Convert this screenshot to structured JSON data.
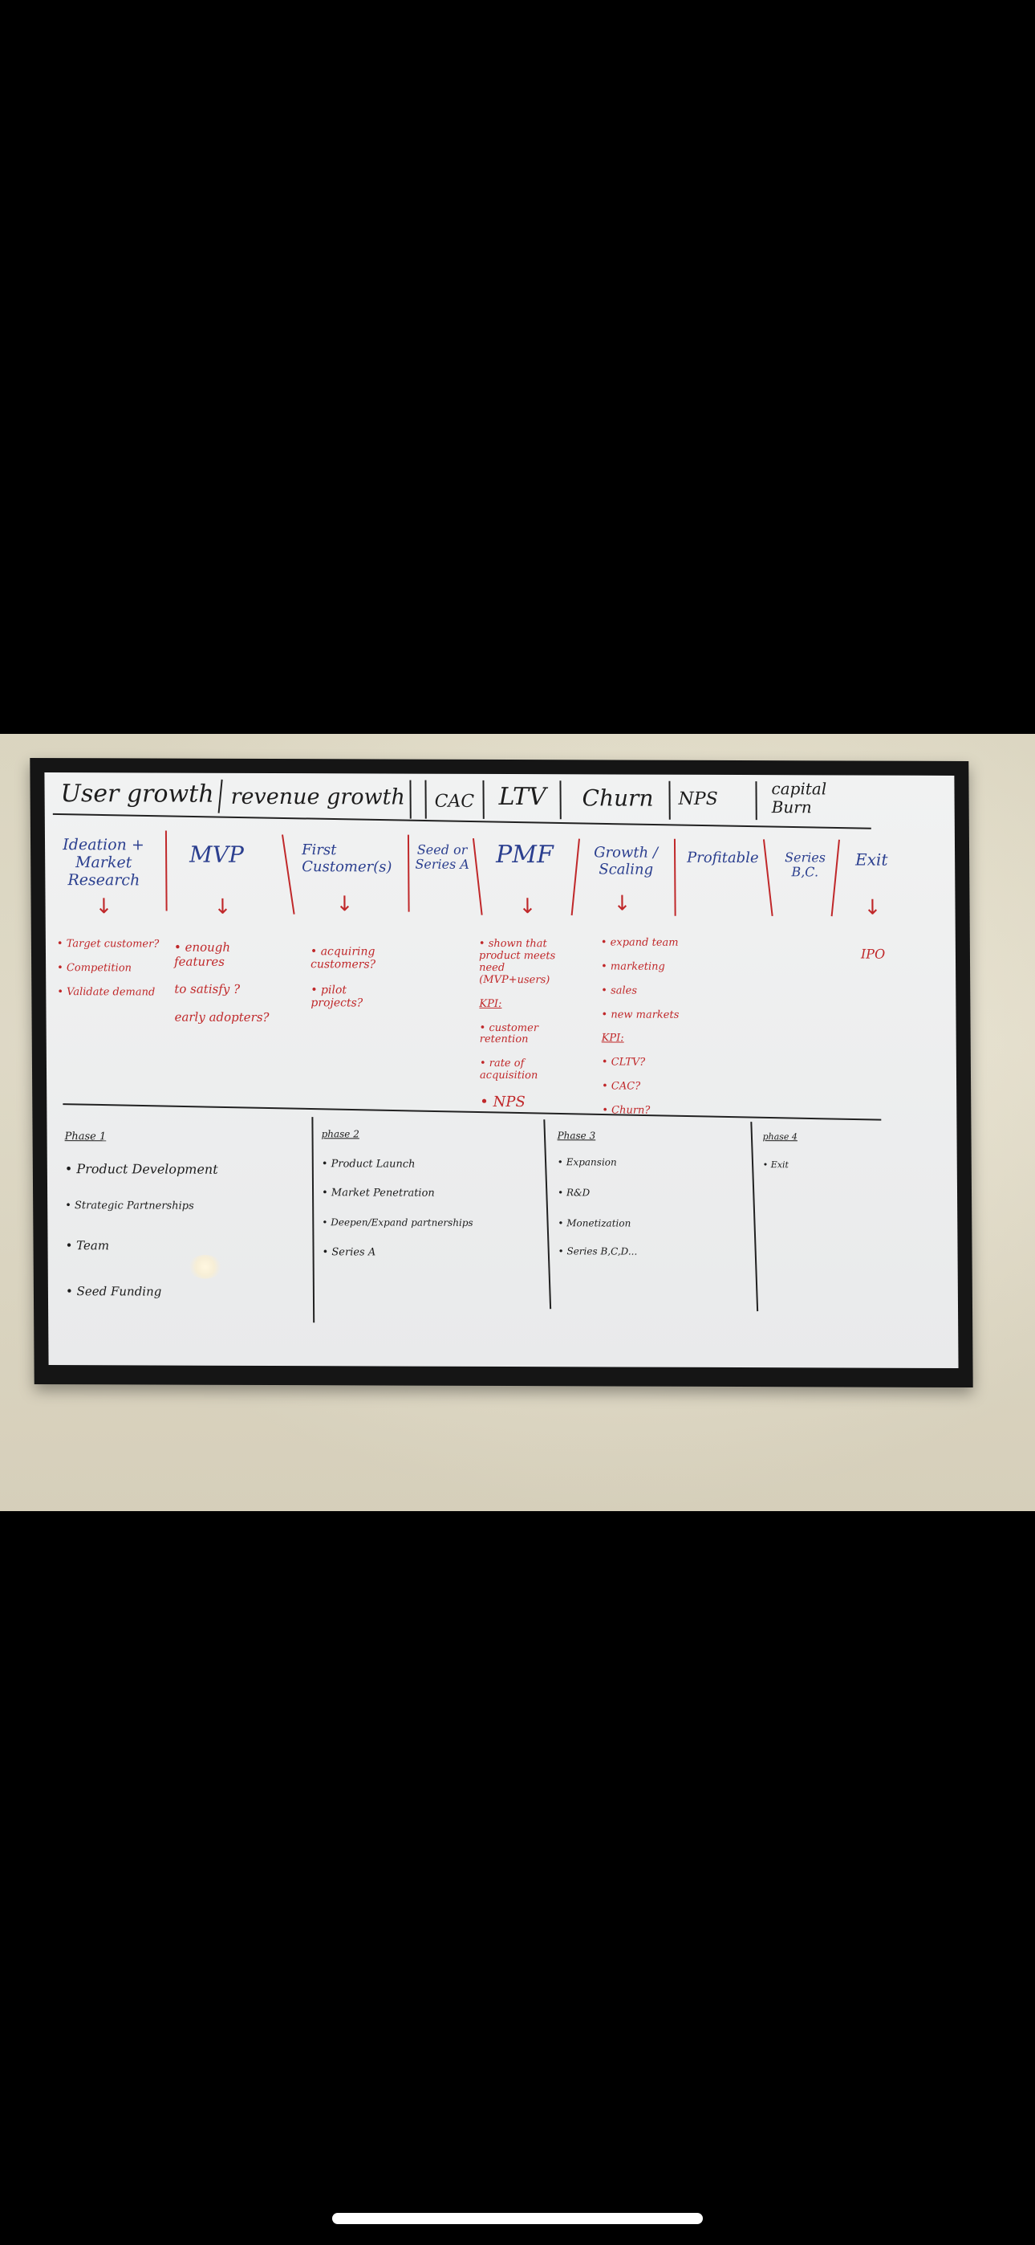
{
  "metrics_row": [
    "User growth",
    "revenue growth",
    "CAC",
    "LTV",
    "Churn",
    "NPS",
    "capital Burn"
  ],
  "stages": [
    {
      "title": "Ideation + Market Research",
      "notes": [
        "• Target customer?",
        "• Competition",
        "• Validate demand"
      ]
    },
    {
      "title": "MVP",
      "notes": [
        "• enough features",
        "to satisfy ?",
        "early adopters?"
      ]
    },
    {
      "title": "First Customer(s)",
      "notes": [
        "• acquiring customers?",
        "• pilot projects?"
      ]
    },
    {
      "title": "Seed or Series A",
      "notes": []
    },
    {
      "title": "PMF",
      "notes": [
        "• shown that product meets need (MVP+users)",
        "KPI:",
        "• customer retention",
        "• rate of acquisition",
        "• NPS"
      ]
    },
    {
      "title": "Growth / Scaling",
      "notes": [
        "• expand team",
        "• marketing",
        "• sales",
        "• new markets",
        "KPI:",
        "• CLTV?",
        "• CAC?",
        "• Churn?"
      ]
    },
    {
      "title": "Profitable",
      "notes": []
    },
    {
      "title": "Series B,C.",
      "notes": []
    },
    {
      "title": "Exit",
      "notes": [
        "IPO"
      ]
    }
  ],
  "phases": [
    {
      "title": "Phase 1",
      "items": [
        "• Product Development",
        "• Strategic Partnerships",
        "• Team",
        "• Seed Funding"
      ]
    },
    {
      "title": "phase 2",
      "items": [
        "• Product Launch",
        "• Market Penetration",
        "• Deepen/Expand partnerships",
        "• Series A"
      ]
    },
    {
      "title": "Phase 3",
      "items": [
        "• Expansion",
        "• R&D",
        "• Monetization",
        "• Series B,C,D..."
      ]
    },
    {
      "title": "phase 4",
      "items": [
        "• Exit"
      ]
    }
  ],
  "colors": {
    "marker_black": "#1d1d1d",
    "marker_blue": "#2b3f8f",
    "marker_red": "#c0282a",
    "frame": "#151515",
    "wall": "#e8e2cc"
  }
}
